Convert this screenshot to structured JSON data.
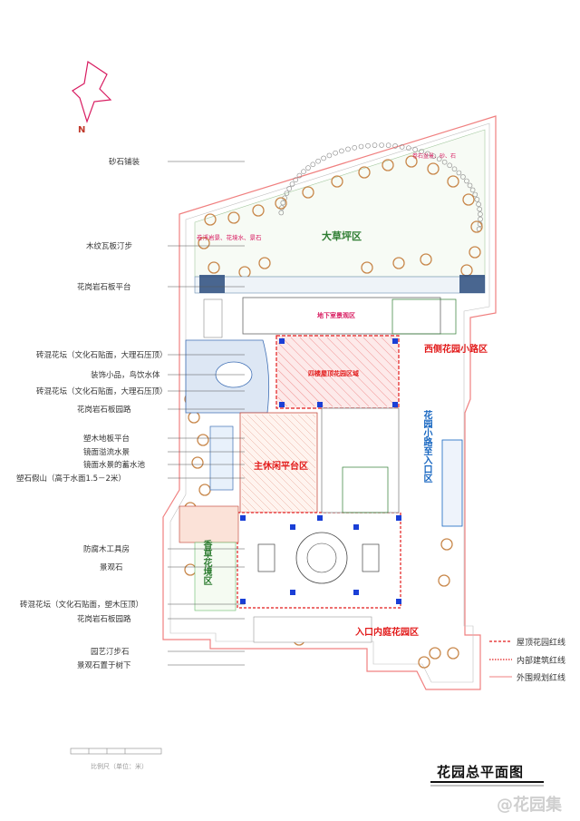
{
  "left_labels": [
    "砂石铺装",
    "木纹瓦板汀步",
    "花岗岩石板平台",
    "砖混花坛（文化石贴面，大理石压顶）",
    "装饰小品，鸟饮水体",
    "砖混花坛（文化石贴面，大理石压顶）",
    "花岗岩石板园路",
    "塑木地板平台",
    "镜面溢流水景",
    "镜面水景的蓄水池",
    "塑石假山（高于水面1.5－2米）",
    "防腐木工具房",
    "景观石",
    "砖混花坛（文化石贴面，塑木压顶）",
    "花岗岩石板园路",
    "园艺汀步石",
    "景观石置于树下"
  ],
  "zones": {
    "lawn": "大草坪区",
    "west_path": "西侧花园小路区",
    "main_terrace": "主休闲平台区",
    "roof_garden": "四楼屋顶花园区域",
    "basement": "地下室景观区",
    "entrance": "入口内庭花园区",
    "herb_area": "香草花境区",
    "path_to_entrance": "花园小路至入口区",
    "note_pebbles": "卷石盆景、砂、石",
    "note_plants": "卷浮岩景、花境水、景石"
  },
  "legend": [
    {
      "label": "屋顶花园红线",
      "color": "#e21b1b",
      "style": "dashed"
    },
    {
      "label": "内部建筑红线",
      "color": "#e21b1b",
      "style": "dotted"
    },
    {
      "label": "外围规划红线",
      "color": "#f08080",
      "style": "solid"
    }
  ],
  "title": "花园总平面图",
  "north_label": "N",
  "scale_caption": "比例尺（单位：米）",
  "watermark": "@花园集",
  "colors": {
    "red": "#e21b1b",
    "green": "#2e7d32",
    "blue": "#1565c0",
    "magenta": "#d81b60",
    "tree": "#c8874a"
  }
}
